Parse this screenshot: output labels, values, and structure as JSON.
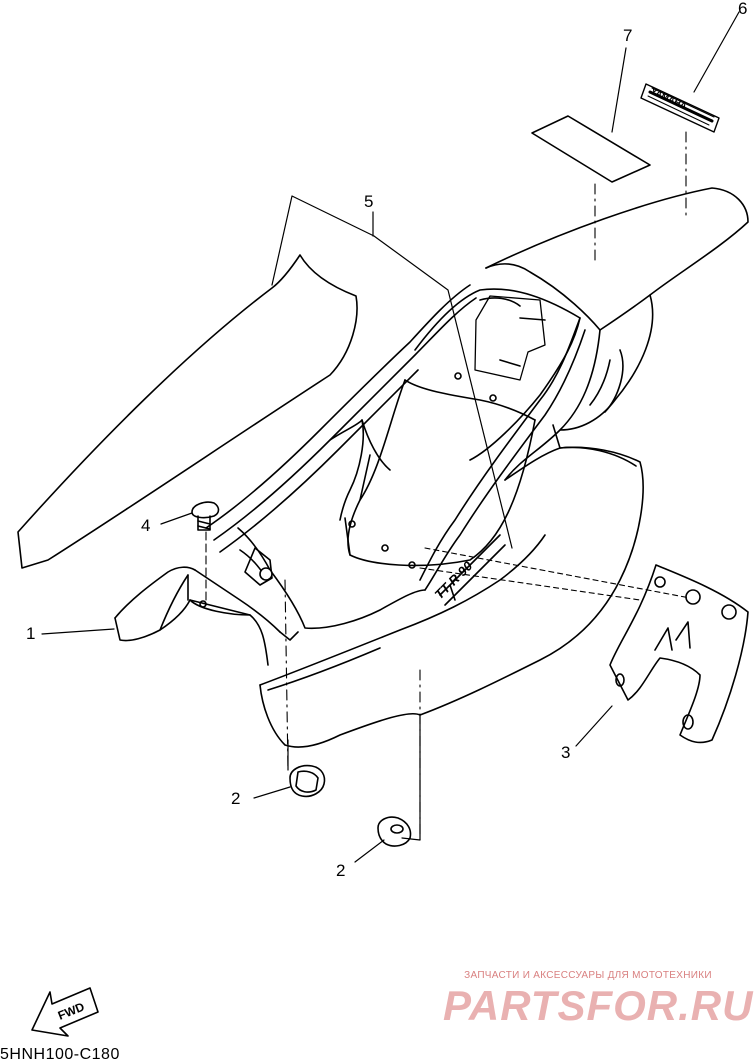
{
  "diagram": {
    "callouts": [
      {
        "id": "1",
        "text": "1"
      },
      {
        "id": "2a",
        "text": "2"
      },
      {
        "id": "2b",
        "text": "2"
      },
      {
        "id": "3",
        "text": "3"
      },
      {
        "id": "4",
        "text": "4"
      },
      {
        "id": "5",
        "text": "5"
      },
      {
        "id": "6",
        "text": "6"
      },
      {
        "id": "7",
        "text": "7"
      }
    ],
    "fwd_label": "FWD",
    "model_text": "TT-R 90",
    "decal_text": "YAMAHA",
    "diagram_code": "5HNH100-C180"
  },
  "watermark": {
    "tagline": "ЗАПЧАСТИ И АКСЕССУАРЫ ДЛЯ МОТОТЕХНИКИ",
    "brand": "PARTSFOR.RU",
    "color": "#e9b1b1"
  }
}
